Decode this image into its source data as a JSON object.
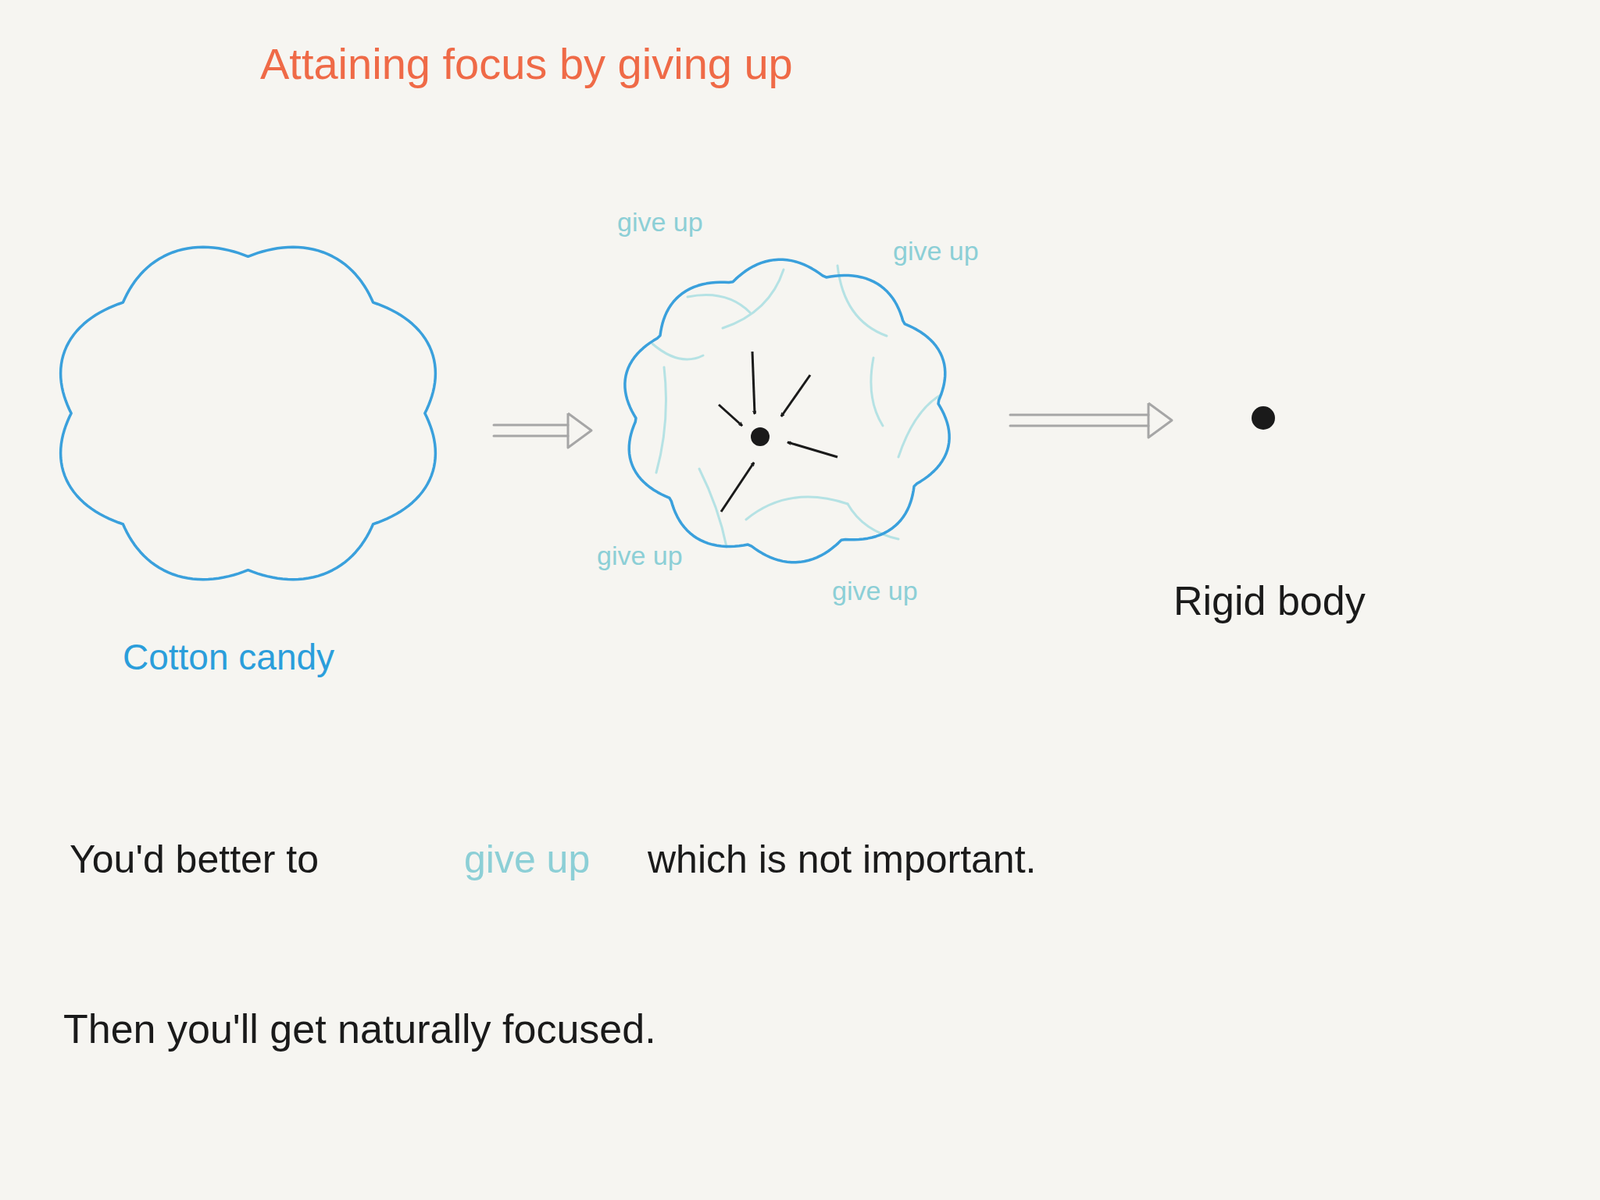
{
  "diagram": {
    "title": "Attaining focus by giving up",
    "nodes": [
      {
        "text": [
          "Cotton candy"
        ]
      },
      {
        "text": [
          "give up",
          "give up",
          "give up",
          "give up"
        ]
      },
      {
        "text": [
          "Rigid body"
        ]
      }
    ],
    "edges": [
      {
        "from": 0,
        "to": 1,
        "arrow": "to"
      },
      {
        "from": 1,
        "to": 2,
        "arrow": "to"
      }
    ],
    "labels": [
      "You'd better to",
      "give up",
      "which is not important.",
      "Then you'll get naturally focused."
    ]
  }
}
